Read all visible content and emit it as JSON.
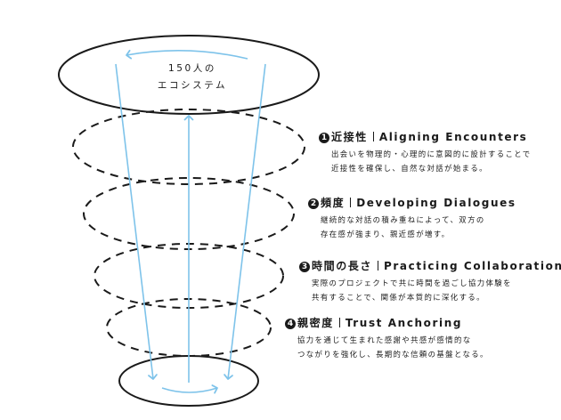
{
  "ecosystem": {
    "line1": "150人の",
    "line2": "エコシステム"
  },
  "stages": [
    {
      "number": "1",
      "title_ja": "近接性",
      "title_en": "Aligning Encounters",
      "desc": [
        "出会いを物理的・心理的に意図的に設計することで",
        "近接性を確保し、自然な対話が始まる。"
      ]
    },
    {
      "number": "2",
      "title_ja": "頻度",
      "title_en": "Developing Dialogues",
      "desc": [
        "継続的な対話の積み重ねによって、双方の",
        "存在感が強まり、親近感が増す。"
      ]
    },
    {
      "number": "3",
      "title_ja": "時間の長さ",
      "title_en": "Practicing Collaboration",
      "desc": [
        "実際のプロジェクトで共に時間を過ごし協力体験を",
        "共有することで、関係が本質的に深化する。"
      ]
    },
    {
      "number": "4",
      "title_ja": "親密度",
      "title_en": "Trust Anchoring",
      "desc": [
        "協力を通じて生まれた感謝や共感が感情的な",
        "つながりを強化し、長期的な信頼の基盤となる。"
      ]
    }
  ],
  "colors": {
    "ink": "#1a1a1a",
    "arrow": "#7ec3ea",
    "background": "#ffffff"
  }
}
